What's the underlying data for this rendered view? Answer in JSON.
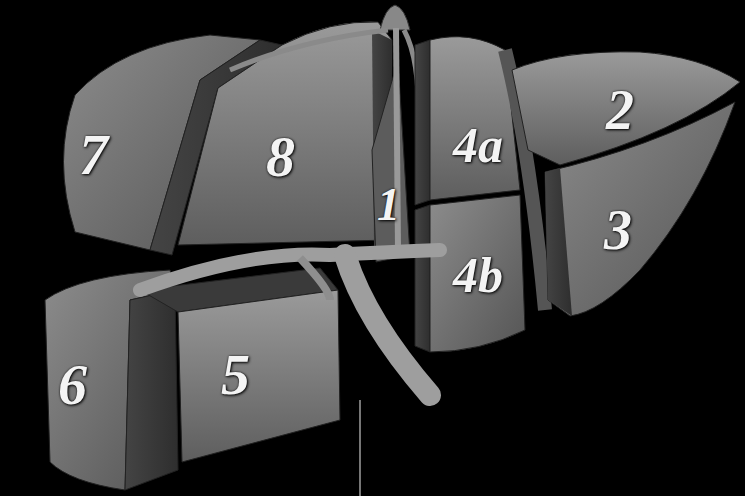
{
  "diagram": {
    "labels": [
      "7",
      "8",
      "1",
      "4a",
      "2",
      "3",
      "4b",
      "6",
      "5"
    ]
  }
}
